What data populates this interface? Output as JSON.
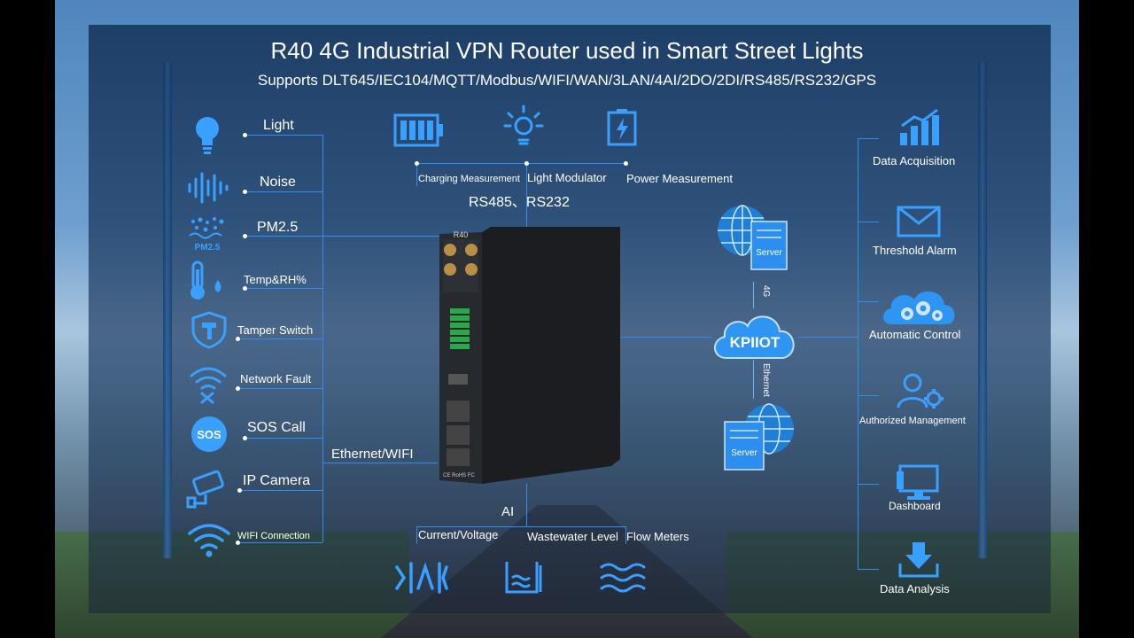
{
  "title": "R40 4G Industrial VPN Router used in Smart Street Lights",
  "subtitle": "Supports DLT645/IEC104/MQTT/Modbus/WIFI/WAN/3LAN/4AI/2DO/2DI/RS485/RS232/GPS",
  "left_items": [
    "Light",
    "Noise",
    "PM2.5",
    "Temp&RH%",
    "Tamper Switch",
    "Network Fault",
    "SOS Call",
    "IP Camera",
    "WIFI Connection"
  ],
  "pm_icon_text": "PM2.5",
  "sos_icon_text": "SOS",
  "top_items": [
    "Charging Measurement",
    "Light Modulator",
    "Power Measurement"
  ],
  "rs_label": "RS485、RS232",
  "ethernet_wifi": "Ethernet/WIFI",
  "ai_label": "AI",
  "bottom_items": [
    "Current/Voltage",
    "Wastewater Level",
    "Flow Meters"
  ],
  "router": {
    "model": "R40",
    "marks": "CE RoHS FC"
  },
  "network": {
    "cloud": "KPIIOT",
    "server_top": "Server",
    "server_bottom": "Server",
    "link_4g": "4G",
    "link_eth": "Ethernet"
  },
  "right_items": [
    "Data Acquisition",
    "Threshold Alarm",
    "Automatic Control",
    "Authorized Management",
    "Dashboard",
    "Data Analysis"
  ],
  "colors": {
    "accent": "#2e8ff0",
    "icon": "#3aa0ff",
    "text": "#ffffff"
  }
}
